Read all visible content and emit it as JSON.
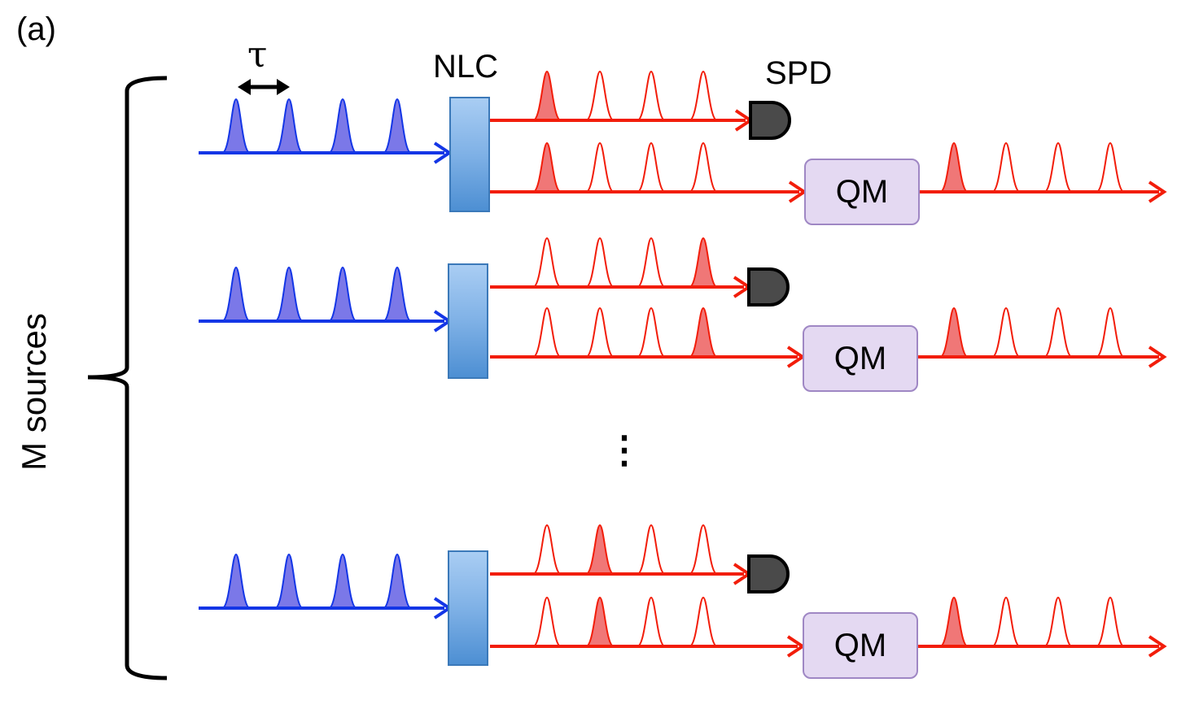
{
  "labels": {
    "panel": "(a)",
    "tau": "τ",
    "nlc": "NLC",
    "spd": "SPD",
    "sources": "M sources",
    "ellipsis": "⋮"
  },
  "rows": [
    {
      "qm_label": "QM",
      "heralded_pulse_index": 1
    },
    {
      "qm_label": "QM",
      "heralded_pulse_index": 4
    },
    {
      "qm_label": "QM",
      "heralded_pulse_index": 2
    }
  ],
  "colors": {
    "pump": "#1436e6",
    "pump_fill": "#7b78e8",
    "photon": "#f21d0a",
    "photon_fill": "#f07777",
    "detector": "#4a4a4a",
    "qm_fill": "#e4d9f2",
    "qm_border": "#9f87c4",
    "crystal": "#6aa3df"
  }
}
